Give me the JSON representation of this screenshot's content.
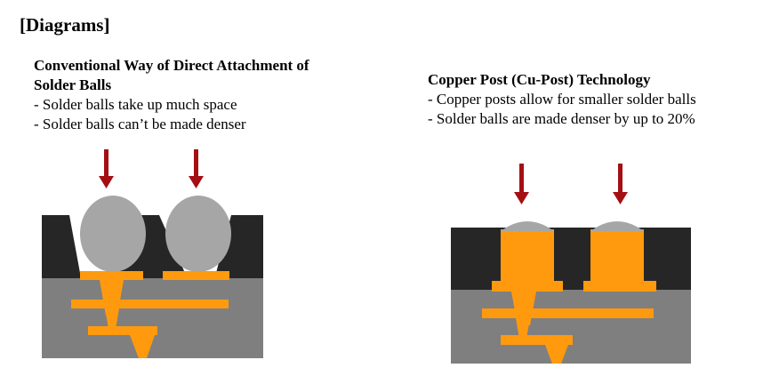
{
  "heading": "[Diagrams]",
  "conventional": {
    "title_line1": "Conventional Way of Direct Attachment of",
    "title_line2": "Solder Balls",
    "bullet1": "- Solder balls take up much space",
    "bullet2": "- Solder balls can’t be made denser"
  },
  "copper_post": {
    "title": "Copper Post (Cu-Post) Technology",
    "bullet1": "- Copper posts allow for smaller solder balls",
    "bullet2": "- Solder balls are made denser by up to 20%"
  },
  "colors": {
    "arrow": "#a50f14",
    "solder_ball": "#a6a6a6",
    "copper": "#ff9a0e",
    "substrate": "#7f7f7f",
    "mask": "#262626"
  }
}
